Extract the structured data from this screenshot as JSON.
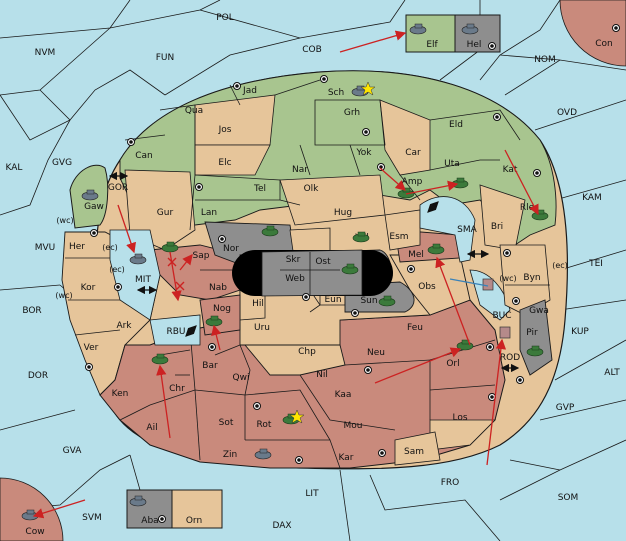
{
  "colors": {
    "sea": "#b7e0ea",
    "green": "#a8c58f",
    "tan": "#e6c59a",
    "red": "#c98a7c",
    "gray": "#8e8e8e",
    "arrow": "#cc2222",
    "support_line": "#3a82b8"
  },
  "sea_regions": [
    "POL",
    "NVM",
    "FUN",
    "COB",
    "NOM",
    "Con",
    "KAL",
    "GVG",
    "OVD",
    "KAM",
    "MVU",
    "TEI",
    "BOR",
    "KUP",
    "DOR",
    "ALT",
    "GVP",
    "GVA",
    "FRO",
    "SOM",
    "SVM",
    "LIT",
    "DAX",
    "GOR",
    "MIT",
    "SMA",
    "RBU",
    "BUC",
    "ROD"
  ],
  "green_provinces": [
    "Jad",
    "Sch",
    "Qua",
    "Jos",
    "Grh",
    "Can",
    "Elc",
    "Yok",
    "Car",
    "Eld",
    "Tel",
    "Nar",
    "Amp",
    "Uta",
    "Kat",
    "Lan",
    "Olk",
    "Rle",
    "Gaw",
    "Elf"
  ],
  "tan_provinces": [
    "Gur",
    "Hug",
    "Wil",
    "Esm",
    "Bri",
    "Her",
    "Kor",
    "Ark",
    "Ver",
    "Hil",
    "Uru",
    "Chp",
    "Feu",
    "Obs",
    "Byn",
    "Gwa",
    "Orn"
  ],
  "red_provinces": [
    "Sap",
    "Nab",
    "Nog",
    "Mel",
    "Ken",
    "Chr",
    "Ail",
    "Bar",
    "Qwi",
    "Sot",
    "Rot",
    "Nil",
    "Kaa",
    "Neu",
    "Orl",
    "Mou",
    "Los",
    "Zin",
    "Kar",
    "Sam",
    "Cow"
  ],
  "gray_provinces": [
    "Nor",
    "Skr",
    "Ost",
    "Web",
    "Eun",
    "Sun",
    "Pir",
    "Hel",
    "Aba"
  ],
  "coast_notes": [
    "(wc)",
    "(ec)",
    "(ec)",
    "(wc)",
    "(ec)",
    "(wc)"
  ],
  "icons": [
    "tank-icon",
    "supply-center-icon",
    "star-icon",
    "move-arrow-icon",
    "double-arrow-icon",
    "destroyed-x-icon"
  ]
}
